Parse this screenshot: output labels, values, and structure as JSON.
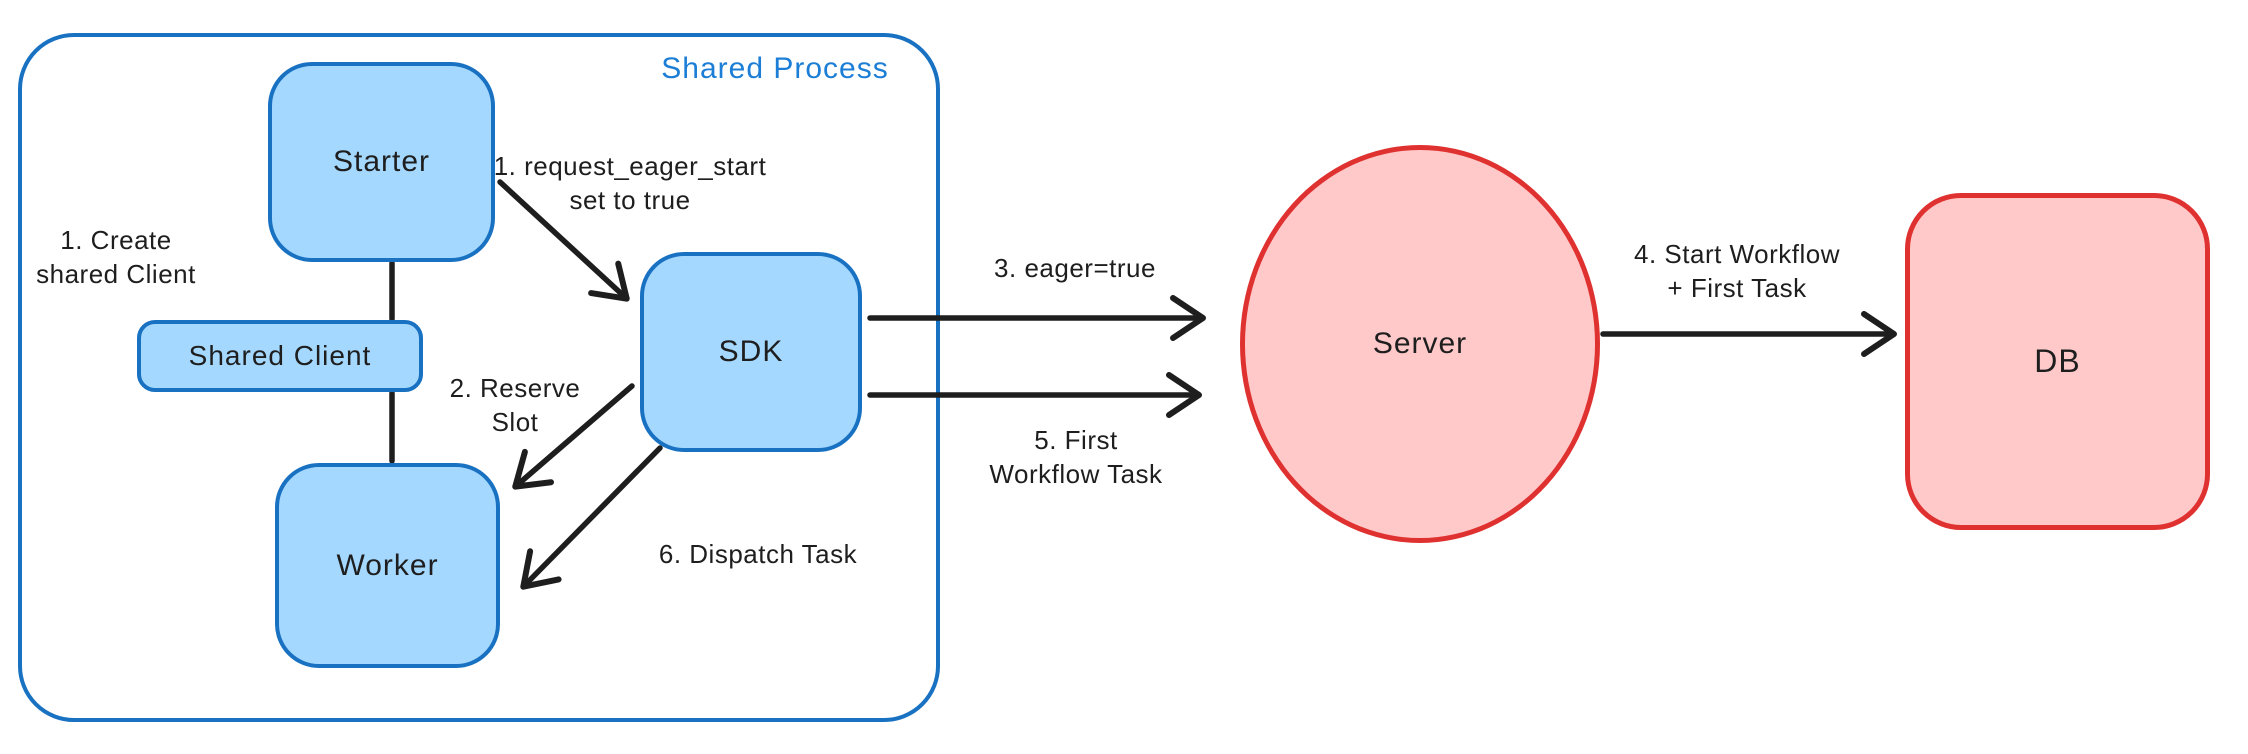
{
  "diagram": {
    "frame_label": "Shared Process",
    "nodes": {
      "starter": {
        "label": "Starter"
      },
      "shared_client": {
        "label": "Shared Client"
      },
      "worker": {
        "label": "Worker"
      },
      "sdk": {
        "label": "SDK"
      },
      "server": {
        "label": "Server"
      },
      "db": {
        "label": "DB"
      }
    },
    "annotations": {
      "create_shared_client": "1. Create\nshared Client",
      "request_eager_start": "1. request_eager_start\nset to true",
      "reserve_slot": "2. Reserve\nSlot",
      "eager_true": "3. eager=true",
      "start_workflow": "4. Start Workflow\n+ First Task",
      "first_workflow_task": "5. First\nWorkflow Task",
      "dispatch_task": "6. Dispatch Task"
    },
    "colors": {
      "blue_stroke": "#1971c2",
      "blue_fill": "#a5d8ff",
      "blue_label": "#1c7ed6",
      "red_stroke": "#e03131",
      "red_fill": "#ffc9c9",
      "ink": "#1e1e1e"
    }
  }
}
